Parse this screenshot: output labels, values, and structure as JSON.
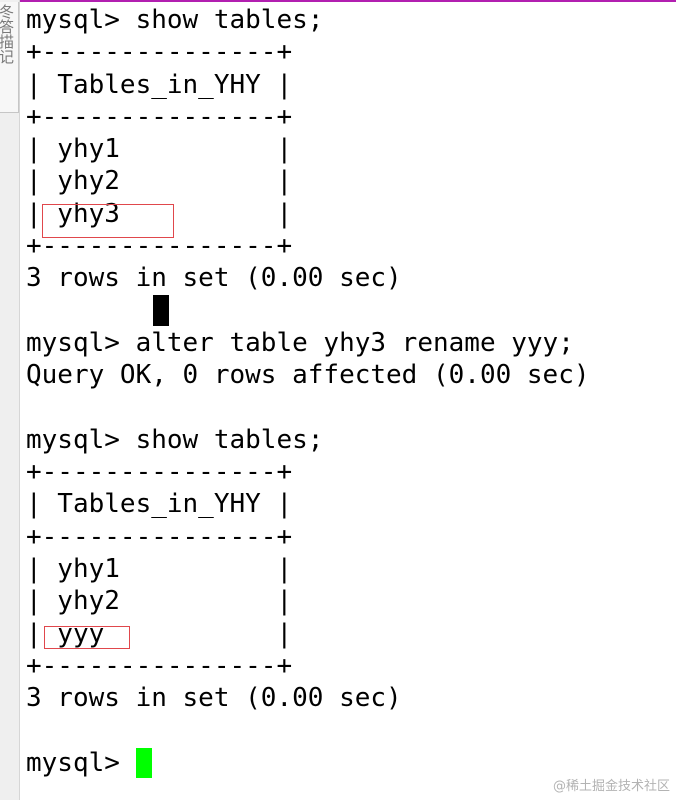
{
  "window": {
    "accent_color": "#b21fb0"
  },
  "side_panel": {
    "tab_label": "冬答描记"
  },
  "terminal": {
    "text_color": "#000000",
    "background": "#ffffff",
    "cursor_color": "#00ff00",
    "lines": [
      "mysql> show tables;",
      "+---------------+",
      "| Tables_in_YHY |",
      "+---------------+",
      "| yhy1          |",
      "| yhy2          |",
      "| yhy3          |",
      "+---------------+",
      "3 rows in set (0.00 sec)",
      "",
      "mysql> alter table yhy3 rename yyy;",
      "Query OK, 0 rows affected (0.00 sec)",
      "",
      "mysql> show tables;",
      "+---------------+",
      "| Tables_in_YHY |",
      "+---------------+",
      "| yhy1          |",
      "| yhy2          |",
      "| yyy           |",
      "+---------------+",
      "3 rows in set (0.00 sec)",
      "",
      "mysql> "
    ]
  },
  "annotations": {
    "highlight_color": "#e0474c",
    "highlighted_rows": [
      "yhy3",
      "yyy"
    ]
  },
  "watermark": {
    "text": "@稀土掘金技术社区"
  }
}
